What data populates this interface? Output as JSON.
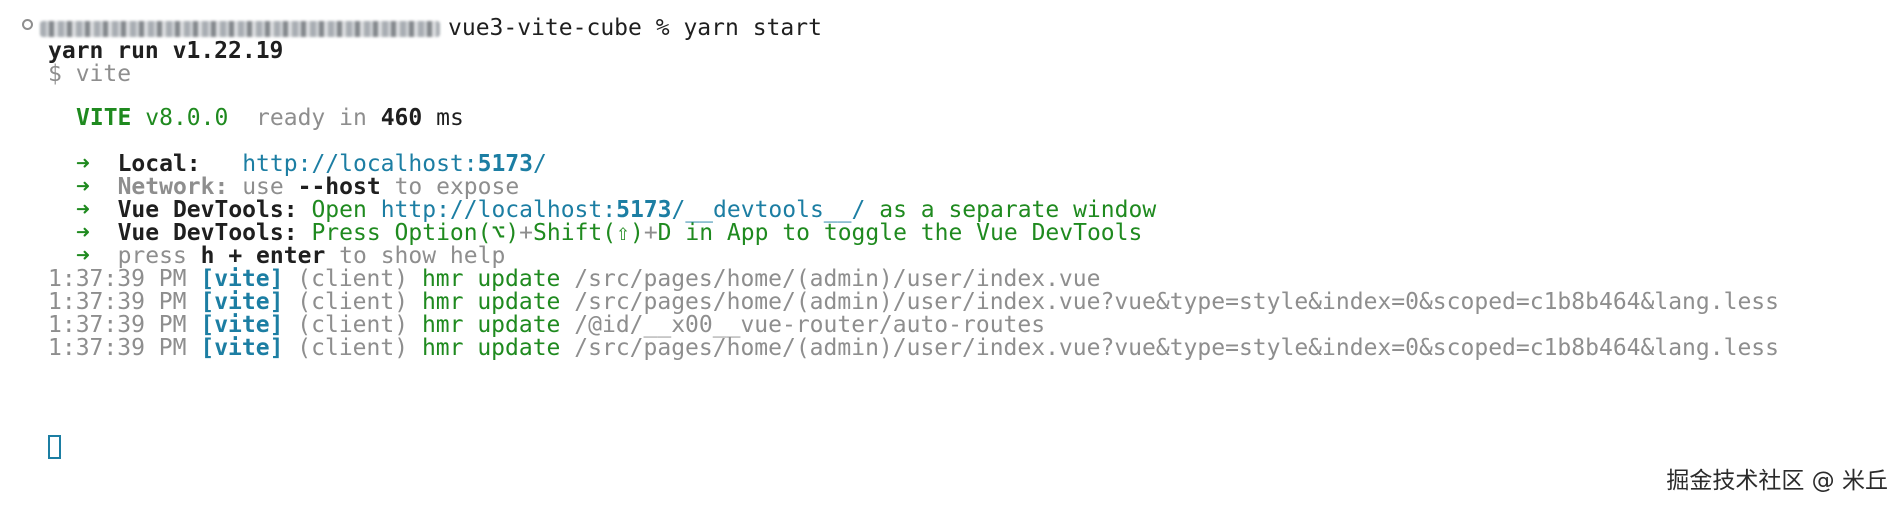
{
  "colors": {
    "background": "#ffffff",
    "text": "#1f1f1f",
    "dim": "#8e8e8e",
    "green": "#1f8a1f",
    "cyan": "#1c7ea3"
  },
  "prompt": {
    "directory": "vue3-vite-cube",
    "symbol": "%",
    "command": "yarn start"
  },
  "yarn_line": "yarn run v1.22.19",
  "vite_cmd": "$ vite",
  "vite_banner": {
    "name": "VITE",
    "version": "v8.0.0",
    "ready": "ready in",
    "ms_value": "460",
    "ms_unit": "ms"
  },
  "server": {
    "arrow": "➜",
    "local_label": "Local:",
    "local_url_prefix": "http://localhost:",
    "local_port": "5173",
    "local_url_suffix": "/",
    "network_label": "Network:",
    "network_use": "use",
    "network_flag": "--host",
    "network_expose": "to expose",
    "devtools_label": "Vue DevTools:",
    "devtools_open": "Open",
    "devtools_url_prefix": "http://localhost:",
    "devtools_port": "5173",
    "devtools_url_suffix": "/__devtools__/",
    "devtools_window": "as a separate window",
    "devtools_press": "Press",
    "devtools_option": "Option(⌥)",
    "devtools_plus1": "+",
    "devtools_shift": "Shift(⇧)",
    "devtools_plus2": "+",
    "devtools_key": "D",
    "devtools_toggle": "in App to toggle the Vue DevTools",
    "help_press": "press",
    "help_keys": "h + enter",
    "help_show": "to show help"
  },
  "hmr_logs": [
    {
      "time": "1:37:39 PM",
      "tag": "[vite]",
      "client": "(client)",
      "action": "hmr update",
      "path": "/src/pages/home/(admin)/user/index.vue"
    },
    {
      "time": "1:37:39 PM",
      "tag": "[vite]",
      "client": "(client)",
      "action": "hmr update",
      "path": "/src/pages/home/(admin)/user/index.vue?vue&type=style&index=0&scoped=c1b8b464&lang.less"
    },
    {
      "time": "1:37:39 PM",
      "tag": "[vite]",
      "client": "(client)",
      "action": "hmr update",
      "path": "/@id/__x00__vue-router/auto-routes"
    },
    {
      "time": "1:37:39 PM",
      "tag": "[vite]",
      "client": "(client)",
      "action": "hmr update",
      "path": "/src/pages/home/(admin)/user/index.vue?vue&type=style&index=0&scoped=c1b8b464&lang.less"
    }
  ],
  "watermark": "掘金技术社区 @ 米丘"
}
